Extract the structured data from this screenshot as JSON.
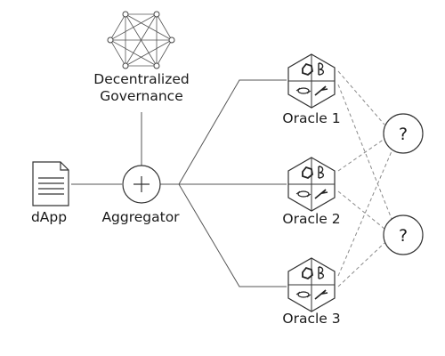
{
  "governance": {
    "line1": "Decentralized",
    "line2": "Governance",
    "icon": "network-mesh-icon"
  },
  "dapp": {
    "label": "dApp",
    "icon": "document-icon"
  },
  "aggregator": {
    "label": "Aggregator",
    "icon": "plus-circle-icon"
  },
  "oracles": [
    {
      "label": "Oracle 1",
      "icon": "oracle-hexagon-icon"
    },
    {
      "label": "Oracle 2",
      "icon": "oracle-hexagon-icon"
    },
    {
      "label": "Oracle 3",
      "icon": "oracle-hexagon-icon"
    }
  ],
  "unknown_sources": [
    {
      "label": "?"
    },
    {
      "label": "?"
    }
  ],
  "colors": {
    "stroke": "#555555",
    "dashed": "#8a8a8a",
    "text": "#1a1a1a"
  }
}
